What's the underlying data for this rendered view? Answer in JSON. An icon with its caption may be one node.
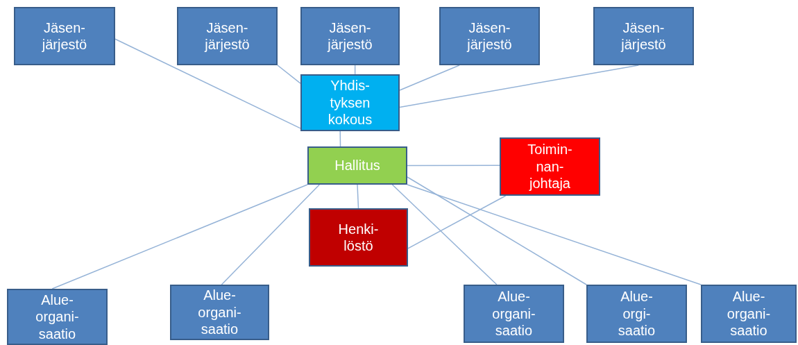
{
  "diagram": {
    "nodes": [
      {
        "text": [
          "Jäsen- järjestö"
        ]
      },
      {
        "text": [
          "Jäsen- järjestö"
        ]
      },
      {
        "text": [
          "Jäsen- järjestö"
        ]
      },
      {
        "text": [
          "Jäsen- järjestö"
        ]
      },
      {
        "text": [
          "Jäsen- järjestö"
        ]
      },
      {
        "text": [
          "Yhdis- tyksen kokous"
        ]
      },
      {
        "text": [
          "Hallitus"
        ]
      },
      {
        "text": [
          "Toimin- nan- johtaja"
        ]
      },
      {
        "text": [
          "Henki- löstö"
        ]
      },
      {
        "text": [
          "Alue- organi- saatio"
        ]
      },
      {
        "text": [
          "Alue- organi- saatio"
        ]
      },
      {
        "text": [
          "Alue- organi- saatio"
        ]
      },
      {
        "text": [
          "Alue- orgi- saatio"
        ]
      },
      {
        "text": [
          "Alue- organi- saatio"
        ]
      }
    ],
    "edges": [
      {
        "from": 0,
        "to": 5,
        "arrow": "none"
      },
      {
        "from": 1,
        "to": 5,
        "arrow": "none"
      },
      {
        "from": 2,
        "to": 5,
        "arrow": "none"
      },
      {
        "from": 3,
        "to": 5,
        "arrow": "none"
      },
      {
        "from": 4,
        "to": 5,
        "arrow": "none"
      },
      {
        "from": 5,
        "to": 6,
        "arrow": "none"
      },
      {
        "from": 6,
        "to": 7,
        "arrow": "none"
      },
      {
        "from": 6,
        "to": 8,
        "arrow": "none"
      },
      {
        "from": 6,
        "to": 9,
        "arrow": "none"
      },
      {
        "from": 6,
        "to": 10,
        "arrow": "none"
      },
      {
        "from": 6,
        "to": 11,
        "arrow": "none"
      },
      {
        "from": 6,
        "to": 12,
        "arrow": "none"
      },
      {
        "from": 6,
        "to": 13,
        "arrow": "none"
      },
      {
        "from": 7,
        "to": 8,
        "arrow": "none"
      }
    ]
  }
}
